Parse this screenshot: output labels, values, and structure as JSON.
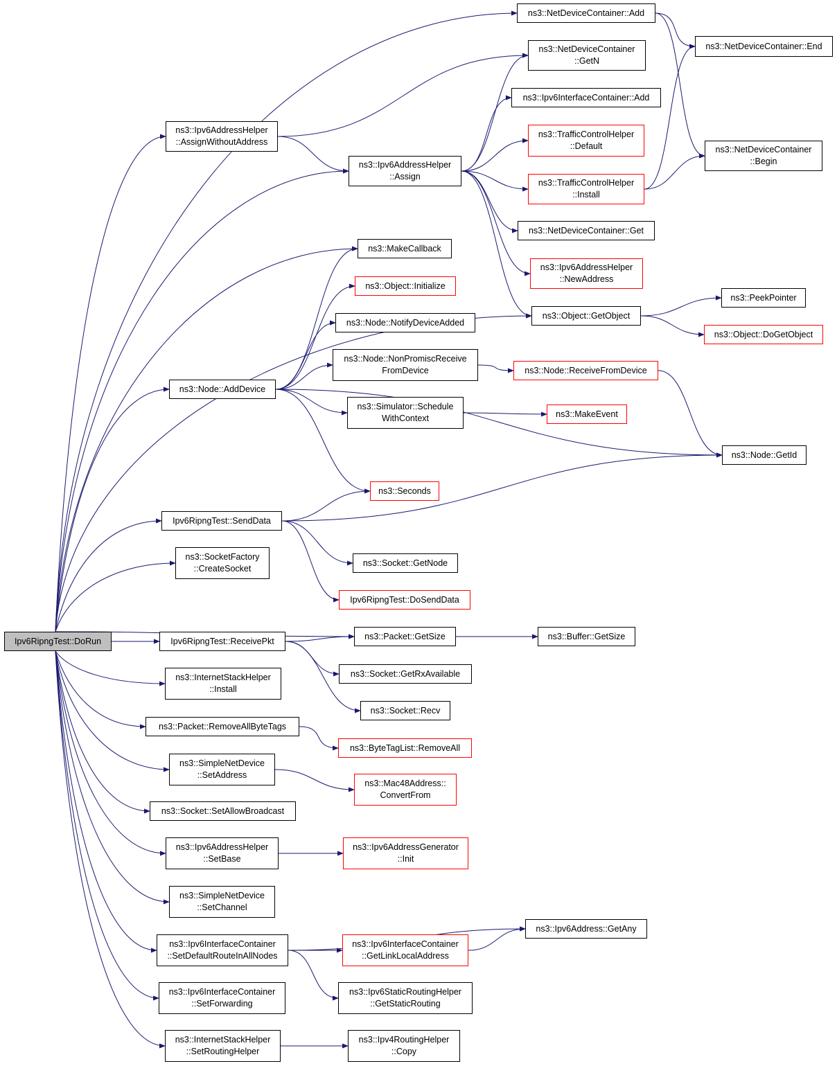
{
  "colors": {
    "edge": "#191970",
    "node_border": "#000000",
    "node_border_incomplete": "#ff0000",
    "root_fill": "#bfbfbf",
    "background": "#ffffff"
  },
  "nodes": [
    {
      "id": "dorun",
      "label": "Ipv6RipngTest::DoRun",
      "style": "root"
    },
    {
      "id": "ndc_add",
      "label": "ns3::NetDeviceContainer::Add",
      "style": "normal"
    },
    {
      "id": "ndc_end",
      "label": "ns3::NetDeviceContainer::End",
      "style": "normal"
    },
    {
      "id": "ndc_getn",
      "label": "ns3::NetDeviceContainer\n::GetN",
      "style": "normal"
    },
    {
      "id": "iic_add",
      "label": "ns3::Ipv6InterfaceContainer::Add",
      "style": "normal"
    },
    {
      "id": "tch_default",
      "label": "ns3::TrafficControlHelper\n::Default",
      "style": "incomplete"
    },
    {
      "id": "ndc_begin",
      "label": "ns3::NetDeviceContainer\n::Begin",
      "style": "normal"
    },
    {
      "id": "ah_assignwo",
      "label": "ns3::Ipv6AddressHelper\n::AssignWithoutAddress",
      "style": "normal"
    },
    {
      "id": "ah_assign",
      "label": "ns3::Ipv6AddressHelper\n::Assign",
      "style": "normal"
    },
    {
      "id": "tch_install",
      "label": "ns3::TrafficControlHelper\n::Install",
      "style": "incomplete"
    },
    {
      "id": "ndc_get",
      "label": "ns3::NetDeviceContainer::Get",
      "style": "normal"
    },
    {
      "id": "makecallback",
      "label": "ns3::MakeCallback",
      "style": "normal"
    },
    {
      "id": "ah_newaddr",
      "label": "ns3::Ipv6AddressHelper\n::NewAddress",
      "style": "incomplete"
    },
    {
      "id": "obj_init",
      "label": "ns3::Object::Initialize",
      "style": "incomplete"
    },
    {
      "id": "peekpointer",
      "label": "ns3::PeekPointer",
      "style": "normal"
    },
    {
      "id": "obj_getobject",
      "label": "ns3::Object::GetObject",
      "style": "normal"
    },
    {
      "id": "node_notify",
      "label": "ns3::Node::NotifyDeviceAdded",
      "style": "normal"
    },
    {
      "id": "obj_dogetobject",
      "label": "ns3::Object::DoGetObject",
      "style": "incomplete"
    },
    {
      "id": "node_nonpromisc",
      "label": "ns3::Node::NonPromiscReceive\nFromDevice",
      "style": "normal"
    },
    {
      "id": "node_recvfromdev",
      "label": "ns3::Node::ReceiveFromDevice",
      "style": "incomplete"
    },
    {
      "id": "node_adddevice",
      "label": "ns3::Node::AddDevice",
      "style": "normal"
    },
    {
      "id": "sim_schedule",
      "label": "ns3::Simulator::Schedule\nWithContext",
      "style": "normal"
    },
    {
      "id": "makeevent",
      "label": "ns3::MakeEvent",
      "style": "incomplete"
    },
    {
      "id": "node_getid",
      "label": "ns3::Node::GetId",
      "style": "normal"
    },
    {
      "id": "seconds",
      "label": "ns3::Seconds",
      "style": "incomplete"
    },
    {
      "id": "senddata",
      "label": "Ipv6RipngTest::SendData",
      "style": "normal"
    },
    {
      "id": "sock_getnode",
      "label": "ns3::Socket::GetNode",
      "style": "normal"
    },
    {
      "id": "sf_createsocket",
      "label": "ns3::SocketFactory\n::CreateSocket",
      "style": "normal"
    },
    {
      "id": "dosenddata",
      "label": "Ipv6RipngTest::DoSendData",
      "style": "incomplete"
    },
    {
      "id": "pkt_getsize",
      "label": "ns3::Packet::GetSize",
      "style": "normal"
    },
    {
      "id": "buf_getsize",
      "label": "ns3::Buffer::GetSize",
      "style": "normal"
    },
    {
      "id": "receivepkt",
      "label": "Ipv6RipngTest::ReceivePkt",
      "style": "normal"
    },
    {
      "id": "sock_getrx",
      "label": "ns3::Socket::GetRxAvailable",
      "style": "normal"
    },
    {
      "id": "ish_install",
      "label": "ns3::InternetStackHelper\n::Install",
      "style": "normal"
    },
    {
      "id": "sock_recv",
      "label": "ns3::Socket::Recv",
      "style": "normal"
    },
    {
      "id": "pkt_removetags",
      "label": "ns3::Packet::RemoveAllByteTags",
      "style": "normal"
    },
    {
      "id": "btl_removeall",
      "label": "ns3::ByteTagList::RemoveAll",
      "style": "incomplete"
    },
    {
      "id": "snd_setaddress",
      "label": "ns3::SimpleNetDevice\n::SetAddress",
      "style": "normal"
    },
    {
      "id": "mac48_convert",
      "label": "ns3::Mac48Address::\nConvertFrom",
      "style": "incomplete"
    },
    {
      "id": "sock_setbcast",
      "label": "ns3::Socket::SetAllowBroadcast",
      "style": "normal"
    },
    {
      "id": "ah_setbase",
      "label": "ns3::Ipv6AddressHelper\n::SetBase",
      "style": "normal"
    },
    {
      "id": "gen_init",
      "label": "ns3::Ipv6AddressGenerator\n::Init",
      "style": "incomplete"
    },
    {
      "id": "snd_setchannel",
      "label": "ns3::SimpleNetDevice\n::SetChannel",
      "style": "normal"
    },
    {
      "id": "addr_getany",
      "label": "ns3::Ipv6Address::GetAny",
      "style": "normal"
    },
    {
      "id": "iic_setdefault",
      "label": "ns3::Ipv6InterfaceContainer\n::SetDefaultRouteInAllNodes",
      "style": "normal"
    },
    {
      "id": "iic_getlinklocal",
      "label": "ns3::Ipv6InterfaceContainer\n::GetLinkLocalAddress",
      "style": "incomplete"
    },
    {
      "id": "iic_setforwarding",
      "label": "ns3::Ipv6InterfaceContainer\n::SetForwarding",
      "style": "normal"
    },
    {
      "id": "srh_getstatic",
      "label": "ns3::Ipv6StaticRoutingHelper\n::GetStaticRouting",
      "style": "normal"
    },
    {
      "id": "ish_setrouting",
      "label": "ns3::InternetStackHelper\n::SetRoutingHelper",
      "style": "normal"
    },
    {
      "id": "rh_copy",
      "label": "ns3::Ipv4RoutingHelper\n::Copy",
      "style": "normal"
    }
  ],
  "edges": [
    [
      "dorun",
      "ndc_add"
    ],
    [
      "dorun",
      "ah_assignwo"
    ],
    [
      "dorun",
      "ah_assign"
    ],
    [
      "dorun",
      "obj_getobject"
    ],
    [
      "dorun",
      "makecallback"
    ],
    [
      "dorun",
      "node_adddevice"
    ],
    [
      "dorun",
      "senddata"
    ],
    [
      "dorun",
      "sf_createsocket"
    ],
    [
      "dorun",
      "pkt_getsize"
    ],
    [
      "dorun",
      "receivepkt"
    ],
    [
      "dorun",
      "ish_install"
    ],
    [
      "dorun",
      "pkt_removetags"
    ],
    [
      "dorun",
      "snd_setaddress"
    ],
    [
      "dorun",
      "sock_setbcast"
    ],
    [
      "dorun",
      "ah_setbase"
    ],
    [
      "dorun",
      "snd_setchannel"
    ],
    [
      "dorun",
      "iic_setdefault"
    ],
    [
      "dorun",
      "iic_setforwarding"
    ],
    [
      "dorun",
      "ish_setrouting"
    ],
    [
      "ndc_add",
      "ndc_end"
    ],
    [
      "ndc_add",
      "ndc_begin"
    ],
    [
      "ah_assignwo",
      "ndc_getn"
    ],
    [
      "ah_assignwo",
      "ah_assign"
    ],
    [
      "ah_assign",
      "ndc_getn"
    ],
    [
      "ah_assign",
      "iic_add"
    ],
    [
      "ah_assign",
      "tch_default"
    ],
    [
      "ah_assign",
      "tch_install"
    ],
    [
      "ah_assign",
      "ndc_get"
    ],
    [
      "ah_assign",
      "ah_newaddr"
    ],
    [
      "ah_assign",
      "obj_getobject"
    ],
    [
      "tch_install",
      "ndc_end"
    ],
    [
      "tch_install",
      "ndc_begin"
    ],
    [
      "obj_getobject",
      "peekpointer"
    ],
    [
      "obj_getobject",
      "obj_dogetobject"
    ],
    [
      "node_adddevice",
      "makecallback"
    ],
    [
      "node_adddevice",
      "obj_init"
    ],
    [
      "node_adddevice",
      "node_notify"
    ],
    [
      "node_adddevice",
      "node_nonpromisc"
    ],
    [
      "node_adddevice",
      "sim_schedule"
    ],
    [
      "node_adddevice",
      "node_getid"
    ],
    [
      "node_adddevice",
      "seconds"
    ],
    [
      "node_nonpromisc",
      "node_recvfromdev"
    ],
    [
      "node_recvfromdev",
      "node_getid"
    ],
    [
      "sim_schedule",
      "makeevent"
    ],
    [
      "senddata",
      "seconds"
    ],
    [
      "senddata",
      "node_getid"
    ],
    [
      "senddata",
      "sock_getnode"
    ],
    [
      "senddata",
      "dosenddata"
    ],
    [
      "pkt_getsize",
      "buf_getsize"
    ],
    [
      "receivepkt",
      "pkt_getsize"
    ],
    [
      "receivepkt",
      "sock_getrx"
    ],
    [
      "receivepkt",
      "sock_recv"
    ],
    [
      "pkt_removetags",
      "btl_removeall"
    ],
    [
      "snd_setaddress",
      "mac48_convert"
    ],
    [
      "ah_setbase",
      "gen_init"
    ],
    [
      "iic_setdefault",
      "addr_getany"
    ],
    [
      "iic_setdefault",
      "iic_getlinklocal"
    ],
    [
      "iic_setdefault",
      "srh_getstatic"
    ],
    [
      "iic_getlinklocal",
      "addr_getany"
    ],
    [
      "ish_setrouting",
      "rh_copy"
    ]
  ]
}
